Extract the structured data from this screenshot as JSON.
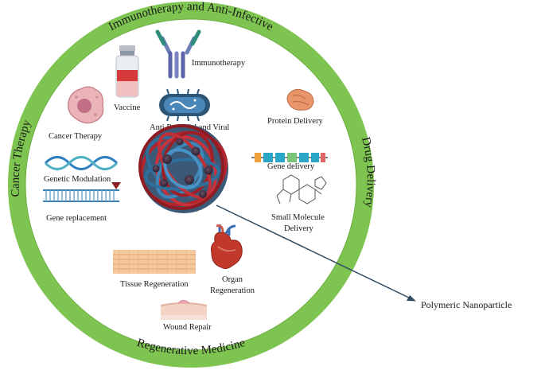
{
  "ring": {
    "top": "Immunotherapy and Anti-Infective",
    "left": "Cancer Therapy",
    "right": "Drug Delivery",
    "bottom": "Regenerative Medicine"
  },
  "labels": {
    "immunotherapy": "Immunotherapy",
    "vaccine": "Vaccine",
    "cancer_therapy": "Cancer Therapy",
    "anti_bacterial": "Anti Bacterial and Viral",
    "protein_delivery": "Protein Delivery",
    "genetic_modulation": "Genetic Modulation",
    "gene_replacement": "Gene replacement",
    "gene_delivery": "Gene delivery",
    "small_molecule_1": "Small Molecule",
    "small_molecule_2": "Delivery",
    "tissue_regeneration": "Tissue Regeneration",
    "organ_1": "Organ",
    "organ_2": "Regeneration",
    "wound_repair": "Wound Repair"
  },
  "callout": "Polymeric Nanoparticle",
  "colors": {
    "ring": "#7ec450",
    "polymer_red": "#b3242c",
    "polymer_blue": "#2e6f9c",
    "arrow": "#2f4a60"
  },
  "icons": [
    "antibody-icon",
    "vaccine-vial-icon",
    "cancer-cell-icon",
    "bacterium-icon",
    "protein-icon",
    "dna-helix-icon",
    "gene-construct-icon",
    "molecule-structure-icon",
    "tissue-icon",
    "heart-icon",
    "skin-wound-icon"
  ]
}
